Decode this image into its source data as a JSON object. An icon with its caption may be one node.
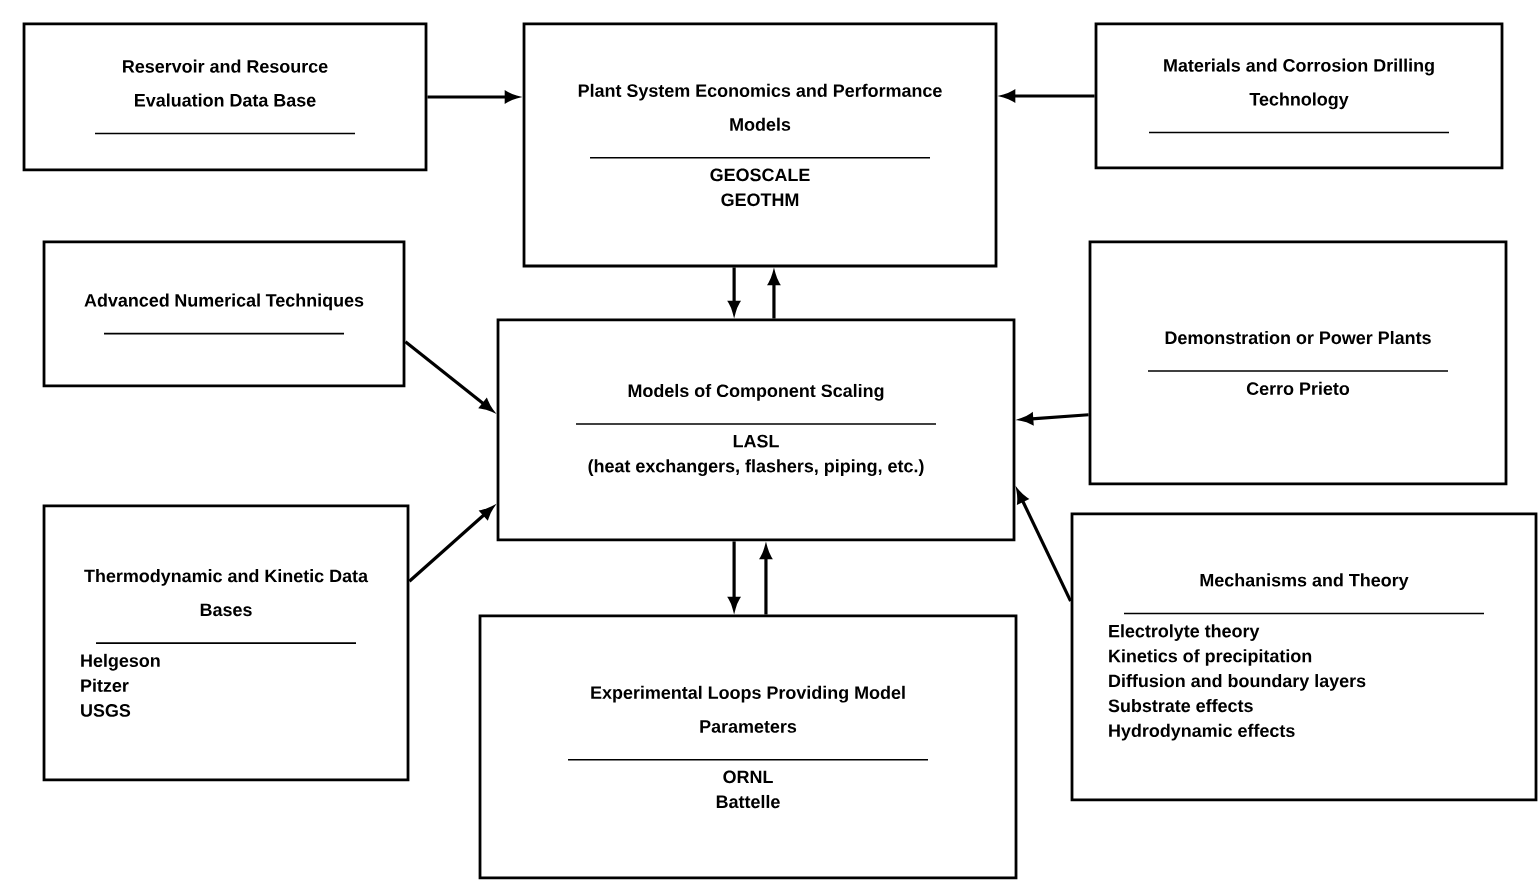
{
  "diagram": {
    "nodes": [
      {
        "text": [
          "Reservoir and Resource Evaluation Data Base"
        ]
      },
      {
        "text": [
          "Plant System Economics and Performance Models",
          "GEOSCALE",
          "GEOTHM"
        ]
      },
      {
        "text": [
          "Materials and Corrosion Drilling Technology"
        ]
      },
      {
        "text": [
          "Advanced Numerical Techniques"
        ]
      },
      {
        "text": [
          "Models of Component Scaling",
          "LASL",
          "(heat exchangers, flashers, piping, etc.)"
        ]
      },
      {
        "text": [
          "Demonstration or Power Plants",
          "Cerro Prieto"
        ]
      },
      {
        "text": [
          "Thermodynamic and Kinetic Data Bases",
          "Helgeson",
          "Pitzer",
          "USGS"
        ]
      },
      {
        "text": [
          "Mechanisms and Theory",
          "Electrolyte theory",
          "Kinetics of precipitation",
          "Diffusion and boundary layers",
          "Substrate effects",
          "Hydrodynamic effects"
        ]
      },
      {
        "text": [
          "Experimental Loops Providing Model Parameters",
          "ORNL",
          "Battelle"
        ]
      }
    ],
    "edges": [
      {
        "from": 0,
        "to": 1,
        "arrow": "to"
      },
      {
        "from": 2,
        "to": 1,
        "arrow": "to"
      },
      {
        "from": 1,
        "to": 4,
        "arrow": "to"
      },
      {
        "from": 4,
        "to": 1,
        "arrow": "to"
      },
      {
        "from": 3,
        "to": 4,
        "arrow": "to"
      },
      {
        "from": 5,
        "to": 4,
        "arrow": "to"
      },
      {
        "from": 6,
        "to": 4,
        "arrow": "to"
      },
      {
        "from": 7,
        "to": 4,
        "arrow": "to"
      },
      {
        "from": 4,
        "to": 8,
        "arrow": "to"
      },
      {
        "from": 8,
        "to": 4,
        "arrow": "to"
      }
    ]
  }
}
